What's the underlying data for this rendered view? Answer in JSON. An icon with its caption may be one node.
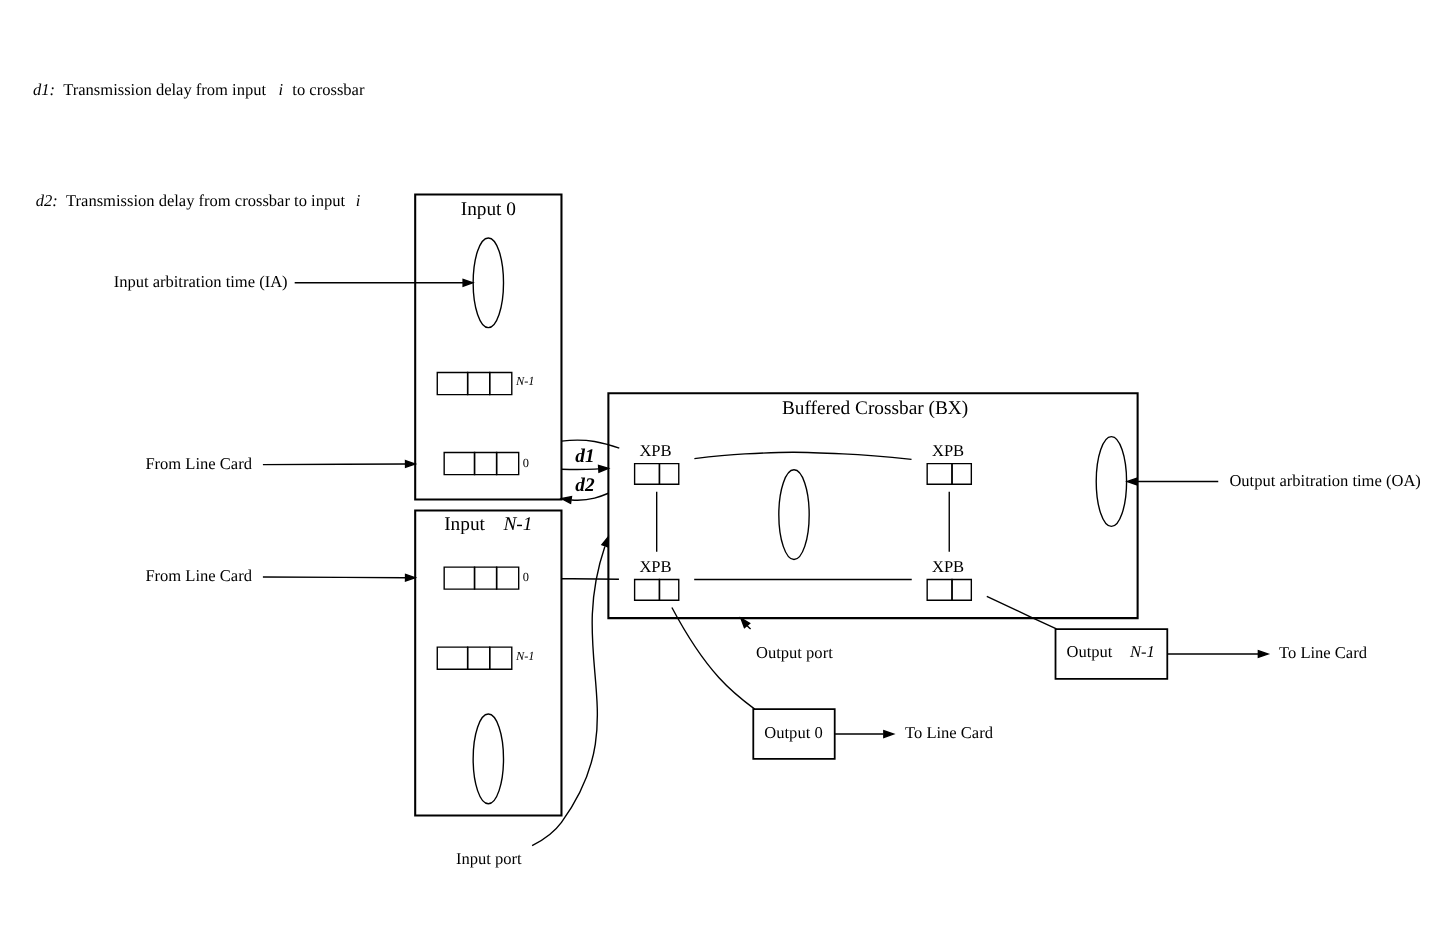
{
  "diagram": {
    "nodes": [
      {
        "text": [
          "From Line Card"
        ]
      },
      {
        "text": [
          "Input 0"
        ]
      },
      {
        "text": [],
        "shape": "box",
        "in": 1,
        "beside": [
          "0"
        ]
      },
      {
        "text": [],
        "shape": "box",
        "in": 1,
        "beside": [
          "*N-1*"
        ]
      },
      {
        "text": [],
        "shape": "ellipse",
        "in": 1
      },
      {
        "text": [
          "From Line Card"
        ]
      },
      {
        "text": [
          "Input *N-1*"
        ]
      },
      {
        "text": [],
        "shape": "box",
        "in": 6,
        "beside": [
          "0"
        ]
      },
      {
        "text": [],
        "shape": "box",
        "in": 6,
        "beside": [
          "*N-1*"
        ]
      },
      {
        "text": [],
        "shape": "ellipse",
        "in": 6
      },
      {
        "text": [
          "Buffered Crossbar (BX)"
        ]
      },
      {
        "text": [
          "XPB"
        ],
        "in": 10
      },
      {
        "text": [
          "XPB"
        ],
        "in": 10
      },
      {
        "text": [
          "XPB"
        ],
        "in": 10
      },
      {
        "text": [
          "XPB"
        ],
        "in": 10
      },
      {
        "text": [],
        "shape": "ellipse",
        "in": 10
      },
      {
        "text": [],
        "shape": "ellipse",
        "in": 10
      },
      {
        "text": [
          "Output 0"
        ]
      },
      {
        "text": [
          "Output *N-1*"
        ]
      },
      {
        "text": [
          "To Line Card"
        ]
      },
      {
        "text": [
          "To Line Card"
        ]
      },
      {
        "text": [
          "Input arbitration time (IA)"
        ]
      },
      {
        "text": [
          "Output arbitration time (OA)"
        ]
      },
      {
        "text": [
          "Input port"
        ]
      },
      {
        "text": [
          "Output port"
        ]
      }
    ],
    "edges": [
      {
        "from": 0,
        "to": 1,
        "arrow": "to"
      },
      {
        "from": 5,
        "to": 6,
        "arrow": "to"
      },
      {
        "from": 1,
        "to": 11,
        "arrow": "none"
      },
      {
        "from": 6,
        "to": 13,
        "arrow": "none"
      },
      {
        "from": 1,
        "to": 10,
        "arrow": "to",
        "label": "d1"
      },
      {
        "from": 10,
        "to": 1,
        "arrow": "to",
        "label": "d2"
      },
      {
        "from": 11,
        "to": 12,
        "arrow": "none"
      },
      {
        "from": 13,
        "to": 14,
        "arrow": "none"
      },
      {
        "from": 11,
        "to": 13,
        "arrow": "none"
      },
      {
        "from": 12,
        "to": 14,
        "arrow": "none"
      },
      {
        "from": 13,
        "to": 17,
        "arrow": "none"
      },
      {
        "from": 14,
        "to": 18,
        "arrow": "none"
      },
      {
        "from": 17,
        "to": 19,
        "arrow": "to"
      },
      {
        "from": 18,
        "to": 20,
        "arrow": "to"
      },
      {
        "from": 21,
        "to": 4,
        "arrow": "to"
      },
      {
        "from": 22,
        "to": 16,
        "arrow": "to"
      },
      {
        "from": 23,
        "to": 10,
        "arrow": "to"
      },
      {
        "from": 24,
        "to": 10,
        "arrow": "to"
      }
    ],
    "labels": [
      "*d1:* Transmission delay from input *i* to crossbar",
      "*d2:* Transmission delay from crossbar to input *i*"
    ]
  }
}
